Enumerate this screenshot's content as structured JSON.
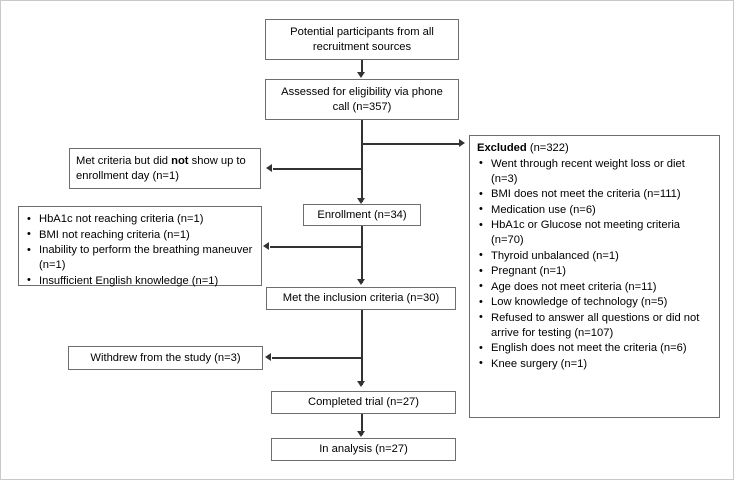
{
  "diagram": {
    "title": "Participant flow diagram (CONSORT-style)",
    "type": "flowchart",
    "box_border_color": "#6e6e6e",
    "line_color": "#333333",
    "background_color": "#ffffff"
  },
  "main_flow": {
    "node_1": "Potential participants from all recruitment sources",
    "node_2": "Assessed for eligibility via phone call (n=357)",
    "node_3": "Enrollment (n=34)",
    "node_4": "Met the inclusion criteria (n=30)",
    "node_5": "Completed trial (n=27)",
    "node_6": "In analysis (n=27)"
  },
  "left_nodes": {
    "no_show": {
      "text_before_bold": "Met criteria but did ",
      "bold": "not",
      "text_after_bold": " show up to enrollment day (n=1)"
    },
    "not_meeting_inclusion": {
      "items": [
        "HbA1c not reaching criteria (n=1)",
        "BMI not reaching criteria (n=1)",
        "Inability to perform the breathing maneuver (n=1)",
        "Insufficient English knowledge (n=1)"
      ]
    },
    "withdrew": "Withdrew from the study (n=3)"
  },
  "excluded_box": {
    "title_bold": "Excluded",
    "title_count": " (n=322)",
    "items": [
      "Went through recent weight loss or diet (n=3)",
      "BMI does not meet the criteria (n=111)",
      "Medication use (n=6)",
      "HbA1c or Glucose not meeting criteria (n=70)",
      "Thyroid unbalanced (n=1)",
      "Pregnant (n=1)",
      "Age does not meet criteria (n=11)",
      "Low knowledge of technology (n=5)",
      "Refused to answer all questions or did not arrive for testing (n=107)",
      "English does not meet the criteria (n=6)",
      "Knee surgery (n=1)"
    ]
  }
}
